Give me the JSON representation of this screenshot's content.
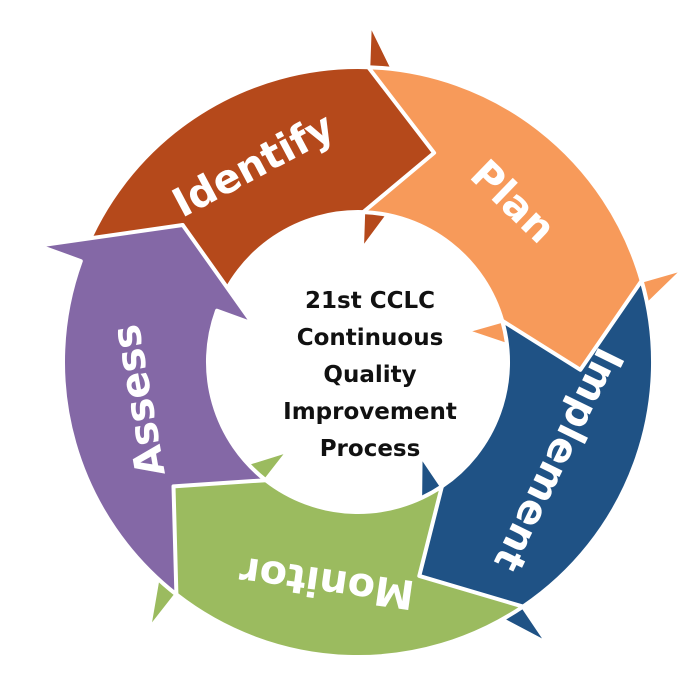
{
  "center": {
    "lines": [
      "21st CCLC",
      "Continuous",
      "Quality",
      "Improvement",
      "Process"
    ]
  },
  "cycle": [
    {
      "label": "Identify",
      "color": "#B5491B"
    },
    {
      "label": "Plan",
      "color": "#F79A5A"
    },
    {
      "label": "Implement",
      "color": "#1F5285"
    },
    {
      "label": "Monitor",
      "color": "#9BBB5F"
    },
    {
      "label": "Assess",
      "color": "#8468A6"
    }
  ]
}
